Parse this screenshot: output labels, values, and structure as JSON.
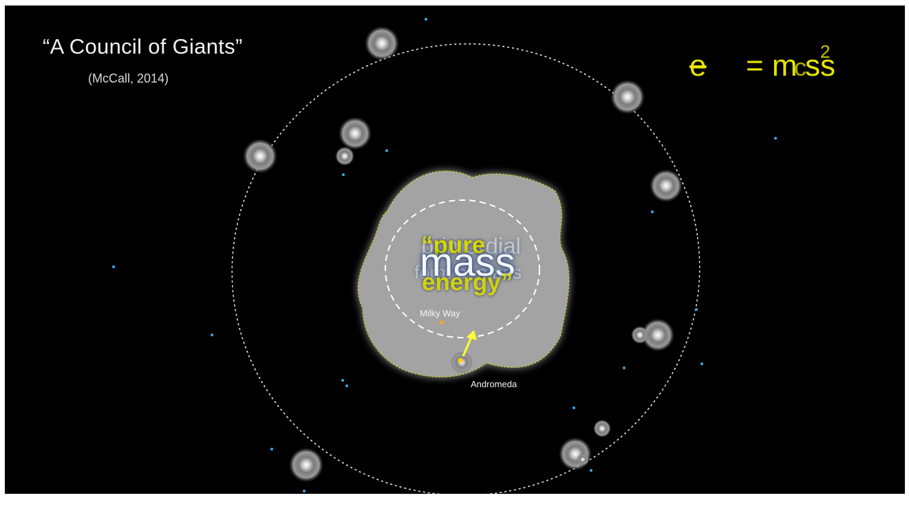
{
  "slide": {
    "title": "“A Council of Giants”",
    "citation": "(McCall, 2014)"
  },
  "equation": {
    "struck_letter": "e",
    "main": "= m",
    "overlay_letters": "c",
    "tail": "ss",
    "superscript": "2"
  },
  "blob_words": {
    "primordial": "primordial",
    "form": "form of mass",
    "pure": "“pure",
    "mass": "mass",
    "energy": "energy”"
  },
  "labels": {
    "milky_way": "Milky Way",
    "andromeda": "Andromeda"
  },
  "colors": {
    "background": "#000000",
    "accent_yellow": "#e6e600",
    "blob_gray": "#a6a6a6",
    "star_blue": "#3aa6e8",
    "orbit_white": "#ffffff",
    "milky_way_dot": "#f5a623"
  },
  "icons": {
    "galaxy": "giant-galaxy-icon",
    "star": "star-dot-icon",
    "arrow": "motion-arrow-icon"
  }
}
